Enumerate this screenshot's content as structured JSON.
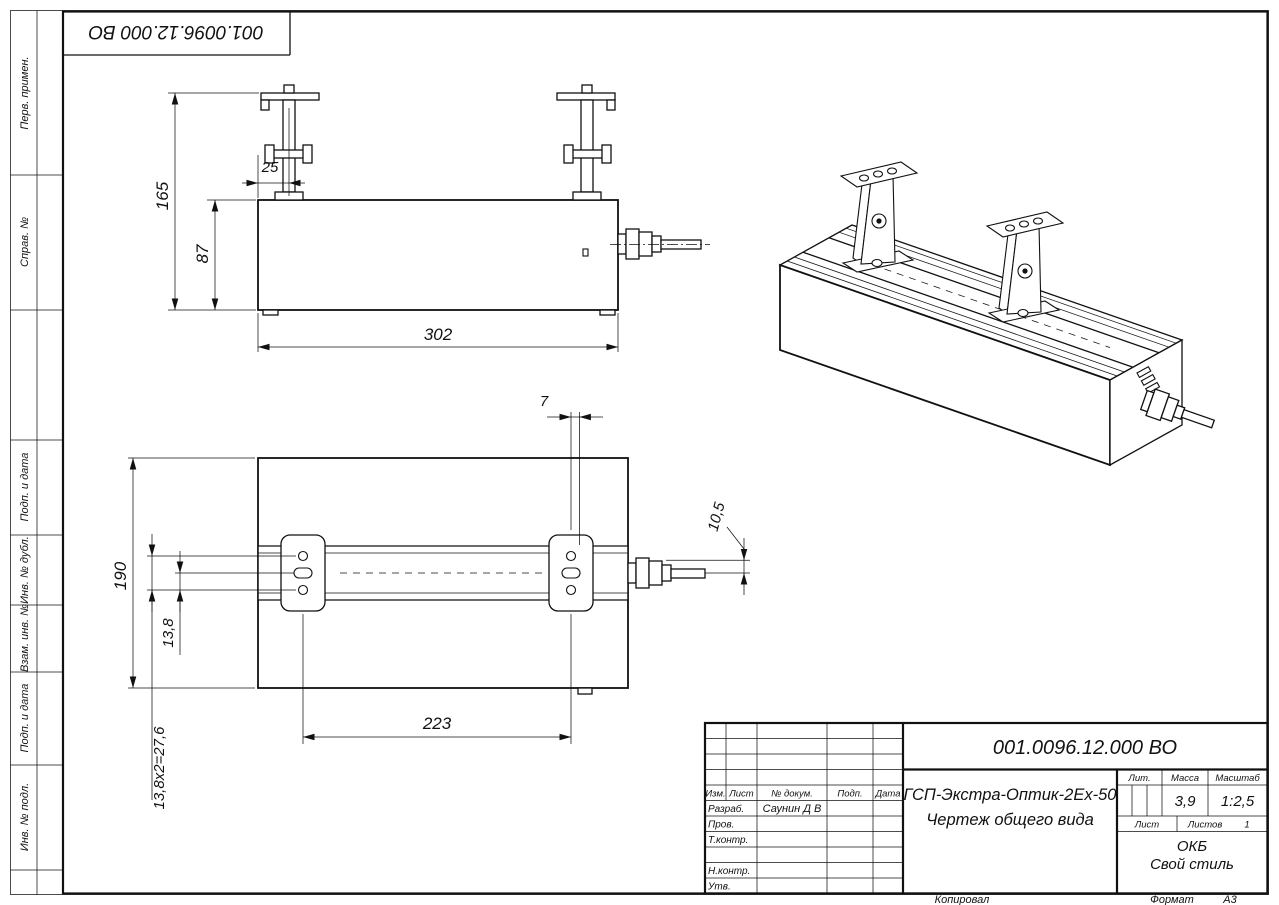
{
  "sheet": {
    "stamp_top_doc_number": "001.0096.12.000 ВО",
    "margin_labels": [
      "Перв. примен.",
      "Справ. №",
      "Подп. и дата",
      "Инв. № дубл.",
      "Взам. инв. №",
      "Подп. и дата",
      "Инв. № подл."
    ],
    "footer": {
      "copied_by_label": "Копировал",
      "format_label": "Формат",
      "format_value": "А3"
    }
  },
  "dimensions": {
    "front": {
      "bracket_offset": "25",
      "total_height": "165",
      "body_height": "87",
      "body_length": "302"
    },
    "top": {
      "hole_offset": "7",
      "body_width": "190",
      "hole_pitch": "13,8",
      "gland_offset": "10,5",
      "bracket_span": "223",
      "hole_span": "13,8х2=27,6"
    }
  },
  "title_block": {
    "doc_number": "001.0096.12.000 ВО",
    "product_name": "ГСП-Экстра-Оптик-2Ex-50",
    "document_type": "Чертеж общего вида",
    "columns": {
      "izm": "Изм.",
      "list": "Лист",
      "doc": "№ докум.",
      "podp": "Подп.",
      "data": "Дата"
    },
    "rows": {
      "razrab": "Разраб.",
      "prov": "Пров.",
      "tkontr": "Т.контр.",
      "nkontr": "Н.контр.",
      "utv": "Утв."
    },
    "razrab_name": "Саунин Д В",
    "lit_label": "Лит.",
    "mass_label": "Масса",
    "scale_label": "Масштаб",
    "mass_value": "3,9",
    "scale_value": "1:2,5",
    "sheet_label": "Лист",
    "sheets_label": "Листов",
    "sheets_value": "1",
    "org_name_line1": "ОКБ",
    "org_name_line2": "Свой стиль"
  }
}
